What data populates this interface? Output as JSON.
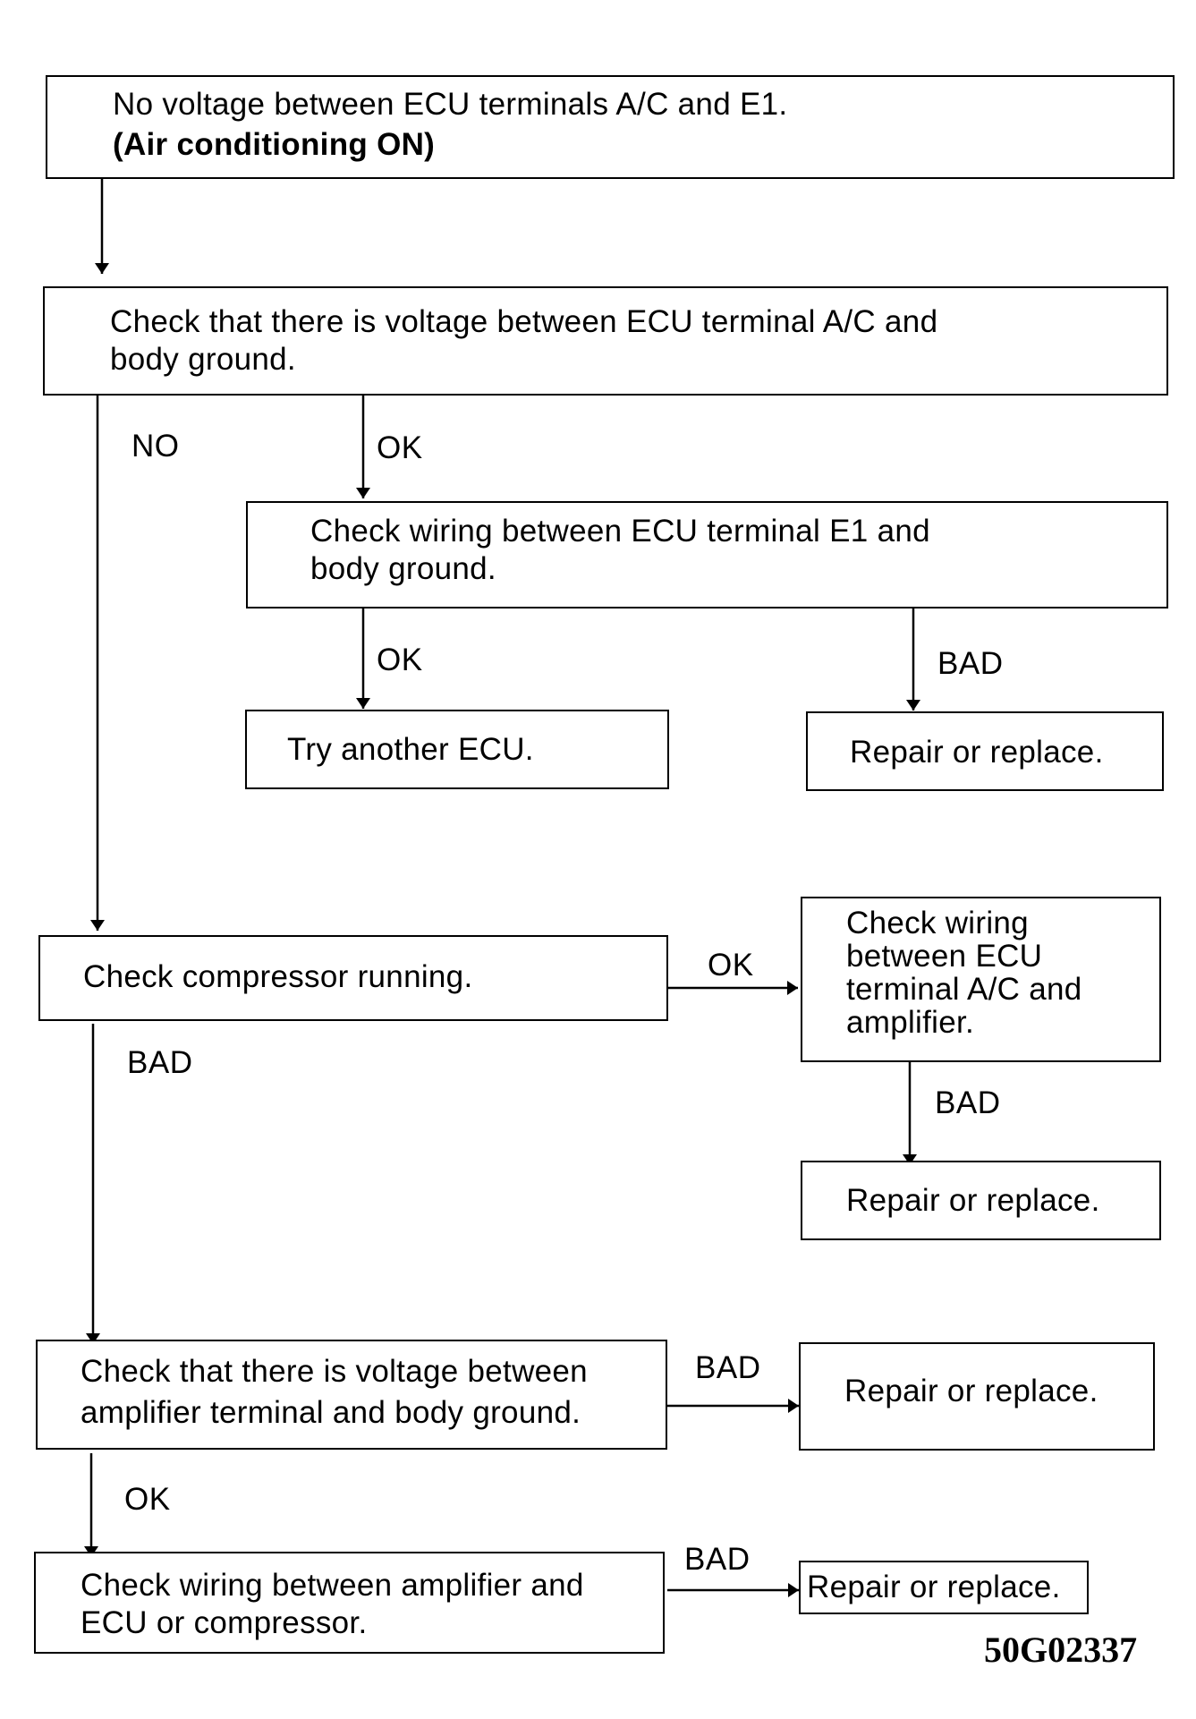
{
  "title": {
    "line1": "No voltage between ECU terminals A/C and E1.",
    "line2": "(Air conditioning ON)"
  },
  "step1": {
    "line1": "Check that there is voltage between ECU terminal A/C and",
    "line2": "body ground."
  },
  "step1_no_label": "NO",
  "step1_ok_label": "OK",
  "step2": {
    "line1": "Check wiring between ECU terminal E1 and",
    "line2": "body ground."
  },
  "step2_ok_label": "OK",
  "step2_bad_label": "BAD",
  "step2_ok_result": "Try another ECU.",
  "step2_bad_result": "Repair or replace.",
  "step3": "Check compressor running.",
  "step3_ok_label": "OK",
  "step3_bad_label": "BAD",
  "step4": {
    "line1": "Check wiring",
    "line2": "between ECU",
    "line3": "terminal A/C and",
    "line4": "amplifier."
  },
  "step4_bad_label": "BAD",
  "step4_bad_result": "Repair or replace.",
  "step5": {
    "line1": "Check that there is voltage between",
    "line2": "amplifier terminal and body ground."
  },
  "step5_bad_label": "BAD",
  "step5_bad_result": "Repair or replace.",
  "step5_ok_label": "OK",
  "step6": {
    "line1": "Check wiring between amplifier and",
    "line2": "ECU or compressor."
  },
  "step6_bad_label": "BAD",
  "step6_bad_result": "Repair or replace.",
  "figure_code": "50G02337"
}
